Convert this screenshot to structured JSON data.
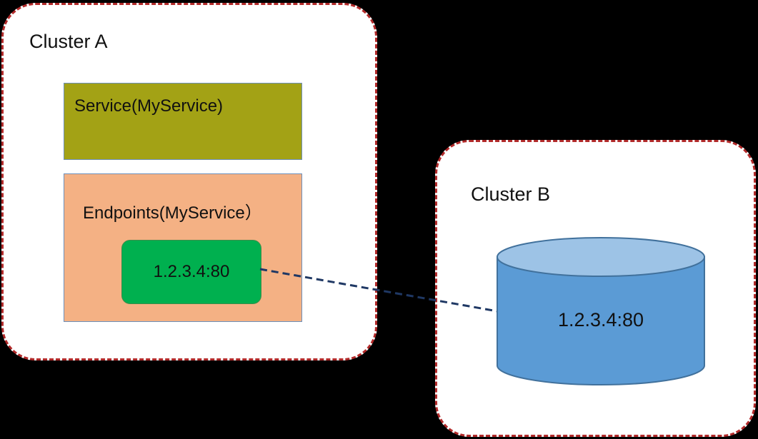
{
  "cluster_a": {
    "title": "Cluster A",
    "service": {
      "label": "Service(MyService)",
      "color": "#a3a215"
    },
    "endpoints": {
      "label": "Endpoints(MyService）",
      "color": "#f4b184",
      "address": "1.2.3.4:80",
      "address_color": "#00b04f"
    }
  },
  "cluster_b": {
    "title": "Cluster B",
    "database": {
      "address": "1.2.3.4:80",
      "color": "#5b9bd5"
    }
  },
  "connector": {
    "style": "dashed",
    "color": "#1f3864"
  },
  "colors": {
    "background": "#000000",
    "cluster_fill": "#ffffff",
    "cluster_border": "#b22a2a"
  }
}
